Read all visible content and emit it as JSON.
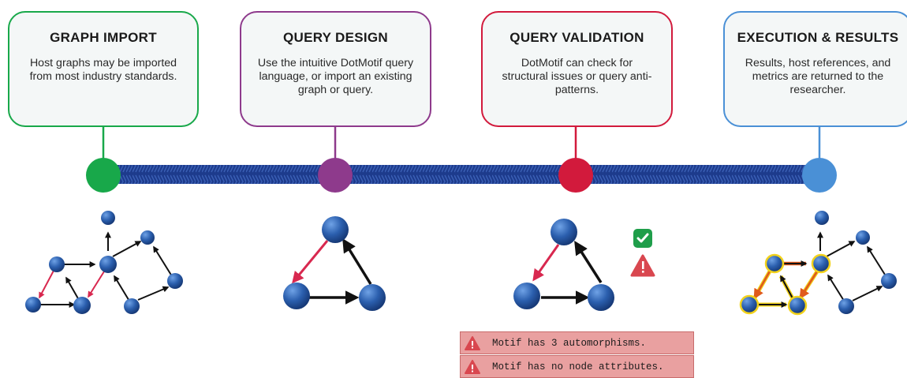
{
  "stages": [
    {
      "title": "GRAPH IMPORT",
      "description": "Host graphs may be imported from most industry standards.",
      "color": "#18a84a"
    },
    {
      "title": "QUERY DESIGN",
      "description": "Use the intuitive DotMotif query language, or import an existing graph or query.",
      "color": "#8e3a8c"
    },
    {
      "title": "QUERY VALIDATION",
      "description": "DotMotif can check for structural issues or query anti-patterns.",
      "color": "#d21a3c"
    },
    {
      "title": "EXECUTION & RESULTS",
      "description": "Results, host references, and metrics are returned to the researcher.",
      "color": "#4a90d6"
    }
  ],
  "validation_messages": [
    {
      "text": "Motif has 3 automorphisms.",
      "icon": "warning-icon"
    },
    {
      "text": "Motif has no node attributes.",
      "icon": "warning-icon"
    }
  ],
  "colors": {
    "timeline": "#1e3f8f",
    "node": "#2a5fa8",
    "highlight_edge": "#d8284f",
    "match_edge": "#e05a1c",
    "match_outline": "#f2d21b"
  }
}
